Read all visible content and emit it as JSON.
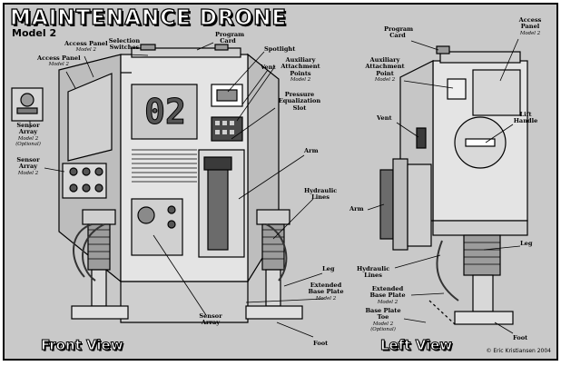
{
  "title": "MAINTENANCE DRONE",
  "model": "Model 2",
  "front_view": {
    "title": "Front View",
    "unit_number": "02",
    "labels": {
      "access_panel_a": "Access Panel",
      "access_panel_a_sub": "Model 2",
      "access_panel_b": "Access Panel",
      "access_panel_b_sub": "Model 2",
      "selection_switches": "Selection Switches",
      "program_card": "Program Card",
      "spotlight": "Spotlight",
      "vent": "Vent",
      "aux_attachment": "Auxiliary Attachment Points",
      "aux_attachment_sub": "Model 2",
      "pressure_slot": "Pressure Equalization Slot",
      "sensor_array_a": "Sensor Array",
      "sensor_array_a_sub": "Model 2 (Optional)",
      "sensor_array_b": "Sensor Array",
      "sensor_array_b_sub": "Model 2",
      "arm": "Arm",
      "hydraulic_lines": "Hydraulic Lines",
      "leg": "Leg",
      "extended_base_plate": "Extended Base Plate",
      "extended_base_plate_sub": "Model 2",
      "sensor_array_c": "Sensor Array",
      "foot": "Foot"
    }
  },
  "left_view": {
    "title": "Left View",
    "labels": {
      "program_card": "Program Card",
      "access_panel": "Access Panel",
      "access_panel_sub": "Model 2",
      "aux_attachment": "Auxiliary Attachment Point",
      "aux_attachment_sub": "Model 2",
      "vent": "Vent",
      "lift_handle": "Lift Handle",
      "arm": "Arm",
      "hydraulic_lines": "Hydraulic Lines",
      "leg": "Leg",
      "extended_base_plate": "Extended Base Plate",
      "extended_base_plate_sub": "Model 2",
      "base_plate_toe": "Base Plate Toe",
      "base_plate_toe_sub": "Model 2 (Optional)",
      "foot": "Foot"
    }
  },
  "copyright": "© Eric Kristiansen 2004"
}
